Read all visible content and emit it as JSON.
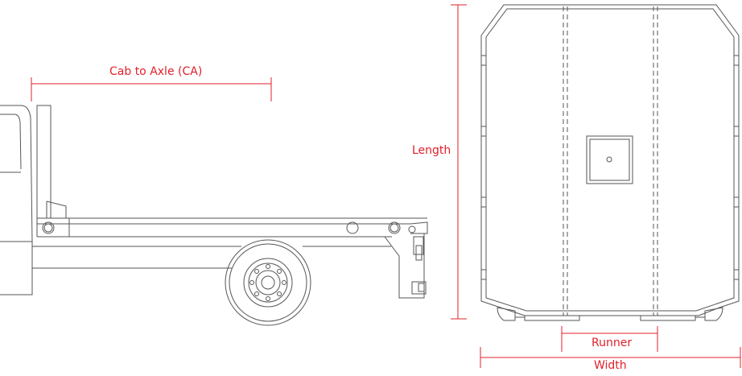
{
  "dimensions": {
    "cab_to_axle": "Cab to Axle (CA)",
    "length": "Length",
    "runner": "Runner",
    "width": "Width"
  },
  "colors": {
    "line": "#555555",
    "dimension": "#e2202a",
    "background": "#ffffff"
  }
}
